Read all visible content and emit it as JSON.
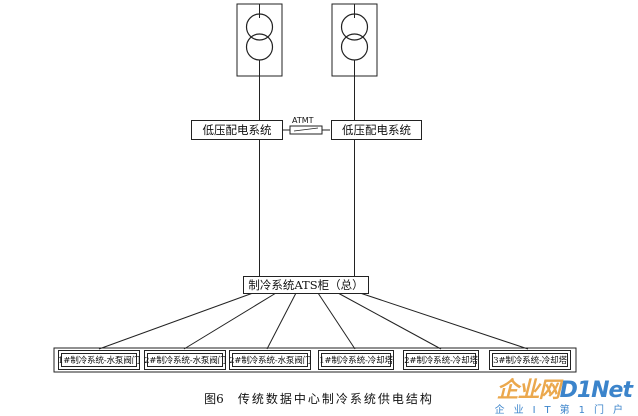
{
  "diagram": {
    "lv_system_left": "低压配电系统",
    "lv_system_right": "低压配电系统",
    "atmt": "ATMT",
    "ats_main": "制冷系统ATS柜（总）",
    "loads": [
      "1#制冷系统-水泵阀门",
      "2#制冷系统-水泵阀门",
      "2#制冷系统-水泵阀门",
      "1#制冷系统-冷却塔",
      "2#制冷系统-冷却塔",
      "3#制冷系统-冷却塔"
    ]
  },
  "caption": {
    "figure_number": "图6",
    "title": "传统数据中心制冷系统供电结构"
  },
  "watermark": {
    "brand_a": "企业网",
    "brand_b": "D1Net",
    "tagline": "企业IT第1门户"
  }
}
